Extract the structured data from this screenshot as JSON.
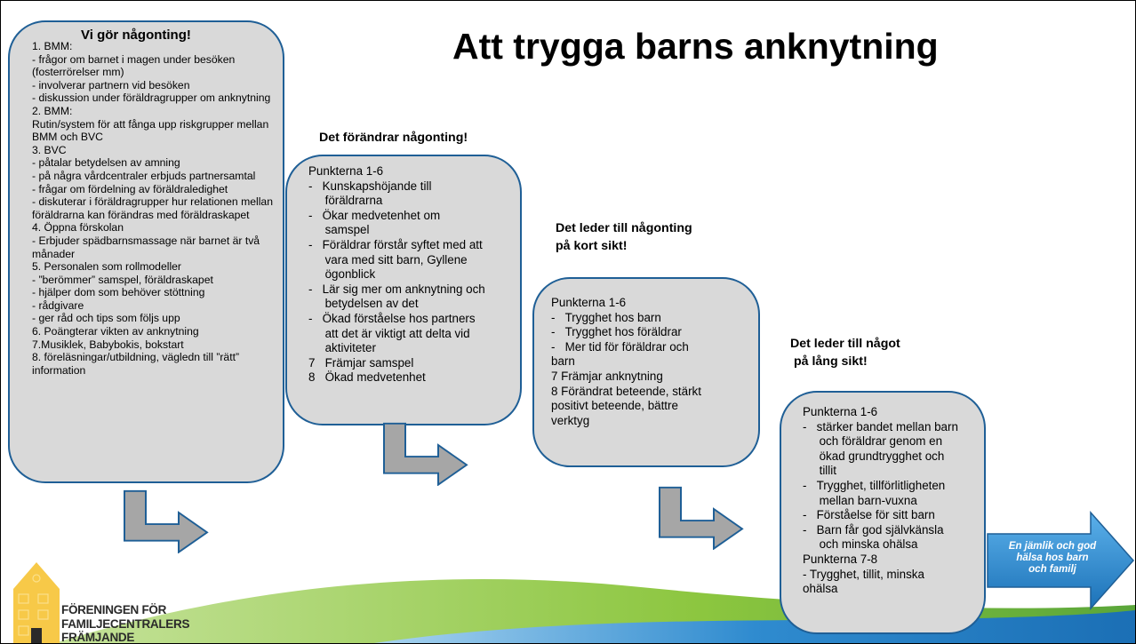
{
  "title": "Att trygga barns anknytning",
  "box1": {
    "heading": "Vi gör någonting!",
    "lines": [
      "1. BMM:",
      "- frågor om barnet i magen under besöken (fosterrörelser mm)",
      "- involverar partnern vid besöken",
      "- diskussion under föräldragrupper om anknytning",
      "2. BMM:",
      "Rutin/system för att fånga upp riskgrupper mellan BMM och BVC",
      "3. BVC",
      "- påtalar betydelsen av amning",
      "- på några vårdcentraler erbjuds partnersamtal",
      "- frågar om fördelning av föräldraledighet",
      "- diskuterar i föräldragrupper hur relationen mellan föräldrarna kan förändras med föräldraskapet",
      "4. Öppna förskolan",
      "- Erbjuder spädbarnsmassage när barnet är två månader",
      "5. Personalen som rollmodeller",
      "- ”berömmer” samspel, föräldraskapet",
      "- hjälper dom som behöver stöttning",
      "- rådgivare",
      "- ger råd och tips som följs upp",
      "6. Poängterar vikten av anknytning",
      "7.Musiklek, Babybokis, bokstart",
      "8. föreläsningar/utbildning, vägledn till ”rätt” information"
    ]
  },
  "box2": {
    "label": "Det förändrar någonting!",
    "lines": [
      "Punkterna 1-6",
      "-   Kunskapshöjande till",
      "     föräldrarna",
      "-   Ökar medvetenhet om",
      "     samspel",
      "-   Föräldrar förstår syftet med att",
      "     vara med sitt barn, Gyllene",
      "     ögonblick",
      "-   Lär sig mer om anknytning och",
      "     betydelsen av det",
      "-   Ökad förståelse hos partners",
      "     att det är viktigt att delta vid",
      "     aktiviteter",
      "7   Främjar samspel",
      "8   Ökad medvetenhet"
    ]
  },
  "box3": {
    "label_lines": [
      "Det leder till någonting",
      "på kort sikt!"
    ],
    "lines": [
      "Punkterna 1-6",
      "-   Trygghet hos barn",
      "-   Trygghet hos föräldrar",
      "-   Mer tid för föräldrar och",
      "barn",
      "7 Främjar anknytning",
      "8 Förändrat beteende, stärkt",
      "positivt beteende, bättre",
      "verktyg"
    ]
  },
  "box4": {
    "label_lines": [
      "Det leder till något",
      " på lång sikt!"
    ],
    "lines": [
      "Punkterna 1-6",
      "-   stärker bandet mellan barn",
      "     och föräldrar genom en",
      "     ökad grundtrygghet och",
      "     tillit",
      "-   Trygghet, tillförlitligheten",
      "     mellan barn-vuxna",
      "-   Förståelse för sitt barn",
      "-   Barn får god självkänsla",
      "     och minska ohälsa",
      "Punkterna 7-8",
      "- Trygghet, tillit, minska",
      "ohälsa"
    ]
  },
  "end_arrow": {
    "lines": [
      "En jämlik och god",
      "hälsa hos barn",
      "och familj"
    ]
  },
  "logo": {
    "lines": [
      "FÖRENINGEN FÖR",
      "FAMILJECENTRALERS",
      "FRÄMJANDE"
    ]
  },
  "colors": {
    "box_fill": "#d9d9d9",
    "box_border": "#1f5f96",
    "arrow_gray": "#a6a6a6",
    "arrow_blue": "#2e8fd6",
    "wave_green": "#8cc63f",
    "wave_blue": "#2f8bcf",
    "logo_yellow": "#f7c948"
  }
}
